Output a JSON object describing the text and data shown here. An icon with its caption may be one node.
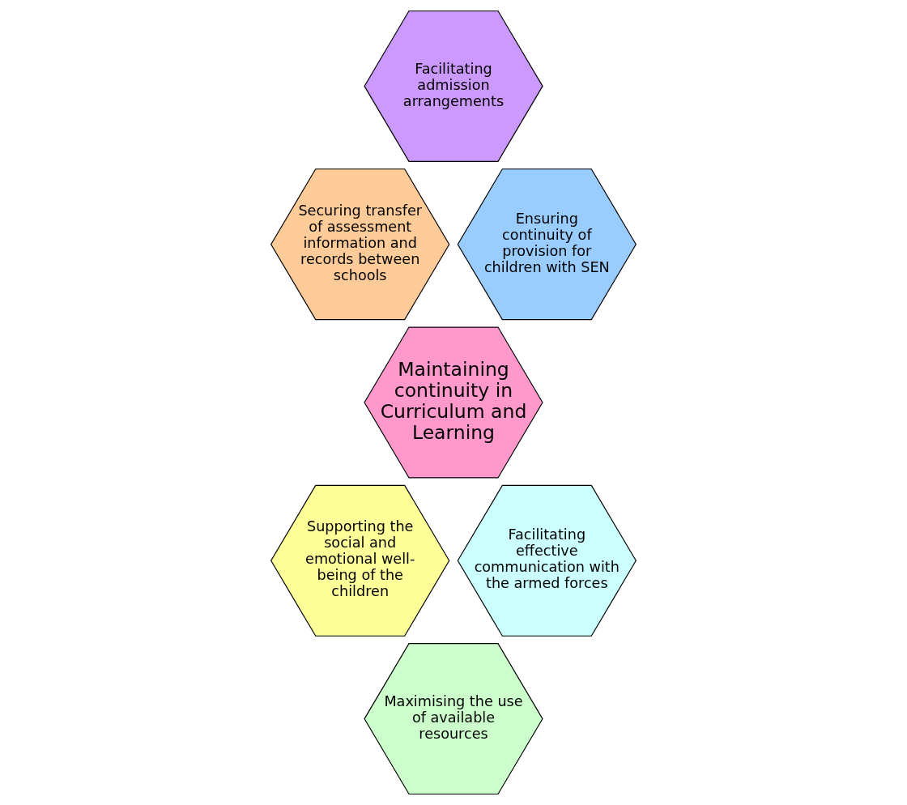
{
  "diagram": {
    "nodes": [
      {
        "text": [
          "Facilitating admission arrangements"
        ]
      },
      {
        "text": [
          "Securing transfer of assessment information and records between schools"
        ]
      },
      {
        "text": [
          "Ensuring continuity of provision for children with SEN"
        ]
      },
      {
        "text": [
          "Maintaining continuity in Curriculum and Learning"
        ]
      },
      {
        "text": [
          "Supporting the social and emotional well-being of the children"
        ]
      },
      {
        "text": [
          "Facilitating effective communication with the armed forces"
        ]
      },
      {
        "text": [
          "Maximising the use of available resources"
        ]
      }
    ],
    "edges": []
  }
}
